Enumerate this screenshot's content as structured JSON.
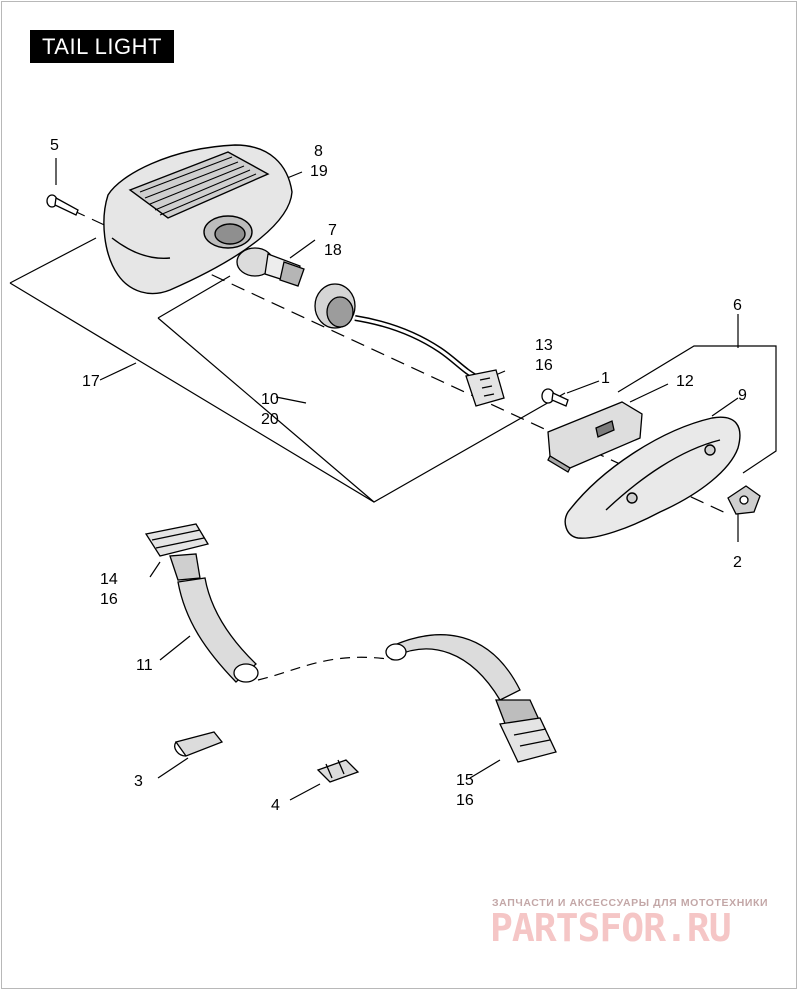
{
  "title": "TAIL LIGHT",
  "callouts": {
    "c1": "1",
    "c2": "2",
    "c3": "3",
    "c4": "4",
    "c5": "5",
    "c6": "6",
    "c7": "7",
    "c8": "8",
    "c9": "9",
    "c10": "10",
    "c11": "11",
    "c12": "12",
    "c13": "13",
    "c14": "14",
    "c15": "15",
    "c16a": "16",
    "c16b": "16",
    "c16c": "16",
    "c17": "17",
    "c18": "18",
    "c19": "19",
    "c20": "20"
  },
  "watermark": {
    "tagline": "ЗАПЧАСТИ И АКСЕССУАРЫ ДЛЯ МОТОТЕХНИКИ",
    "logo": "PARTSFOR.RU"
  }
}
